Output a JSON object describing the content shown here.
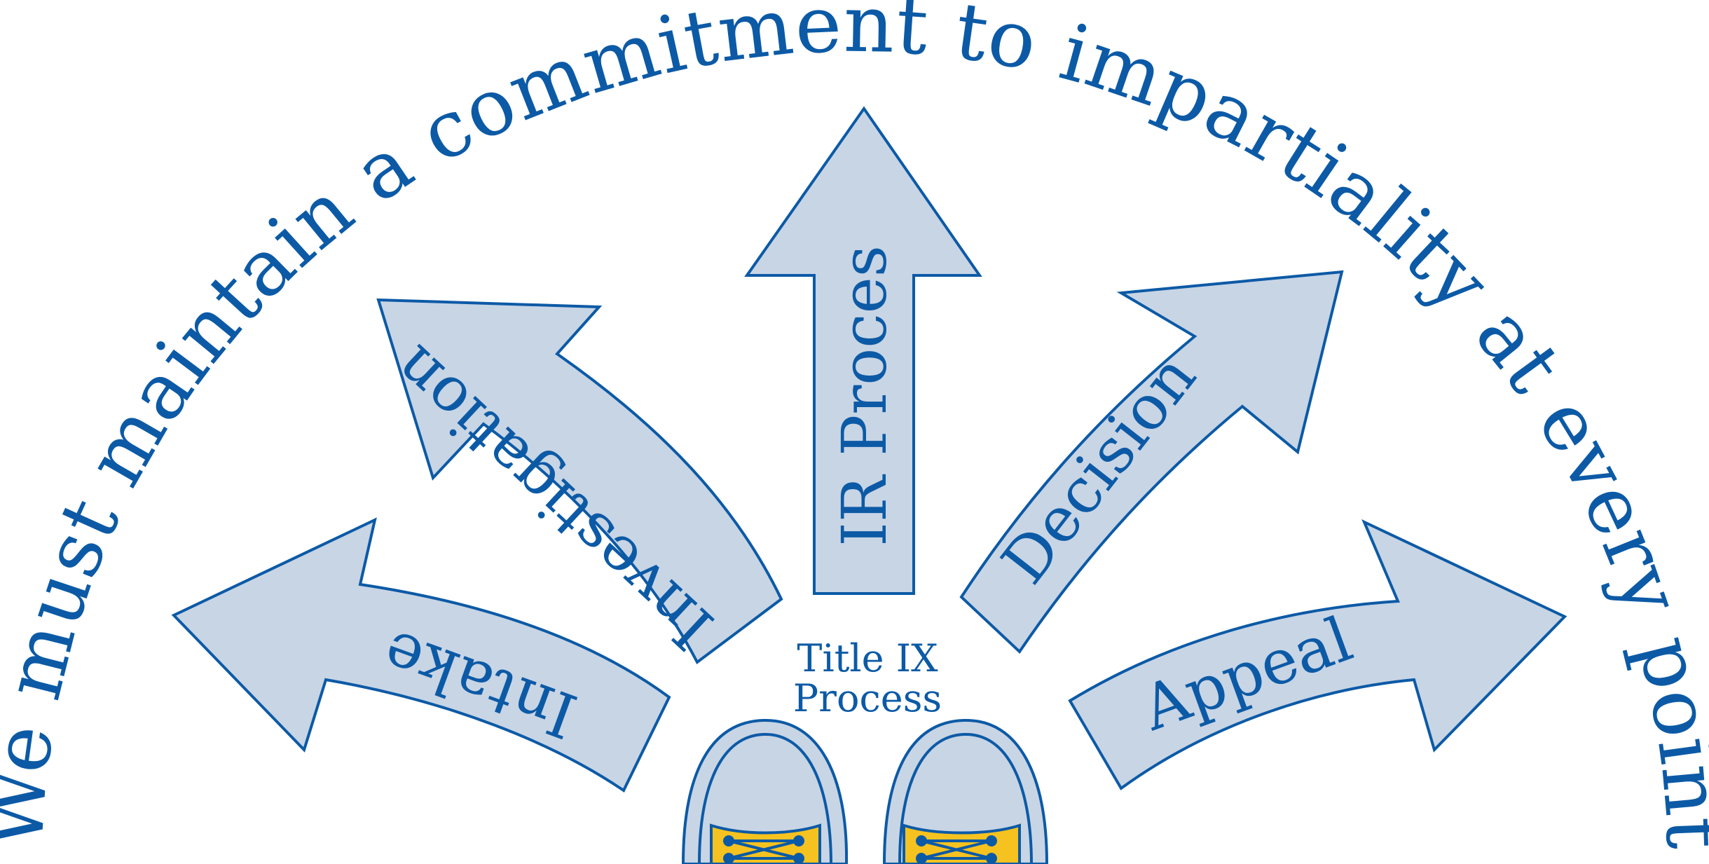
{
  "arc_caption": "We must maintain a commitment to impartiality at every point",
  "arrows": [
    {
      "label": "Intake"
    },
    {
      "label": "Investigation"
    },
    {
      "label": "IR Proces"
    },
    {
      "label": "Decision"
    },
    {
      "label": "Appeal"
    }
  ],
  "center": {
    "line1": "Title IX",
    "line2": "Process"
  },
  "colors": {
    "text": "#0c5aa6",
    "arrow_fill": "#c8d5e5",
    "arrow_stroke": "#0c5aa6",
    "shoe_yellow": "#f6c21f",
    "background": "#ffffff"
  },
  "icons": {
    "shoes": "sneakers-icon"
  }
}
